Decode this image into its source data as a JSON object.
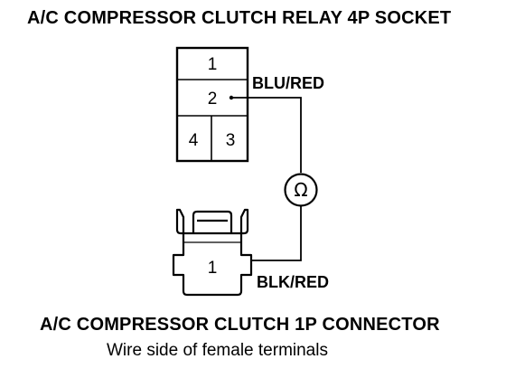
{
  "relay_socket": {
    "title": "A/C COMPRESSOR CLUTCH RELAY 4P SOCKET",
    "pins": [
      "1",
      "2",
      "4",
      "3"
    ],
    "wire_label": "BLU/RED"
  },
  "meter": {
    "symbol": "Ω",
    "icon": "ohmmeter-icon"
  },
  "connector": {
    "title": "A/C COMPRESSOR CLUTCH 1P CONNECTOR",
    "subtitle": "Wire side of female terminals",
    "pin": "1",
    "wire_label": "BLK/RED"
  }
}
